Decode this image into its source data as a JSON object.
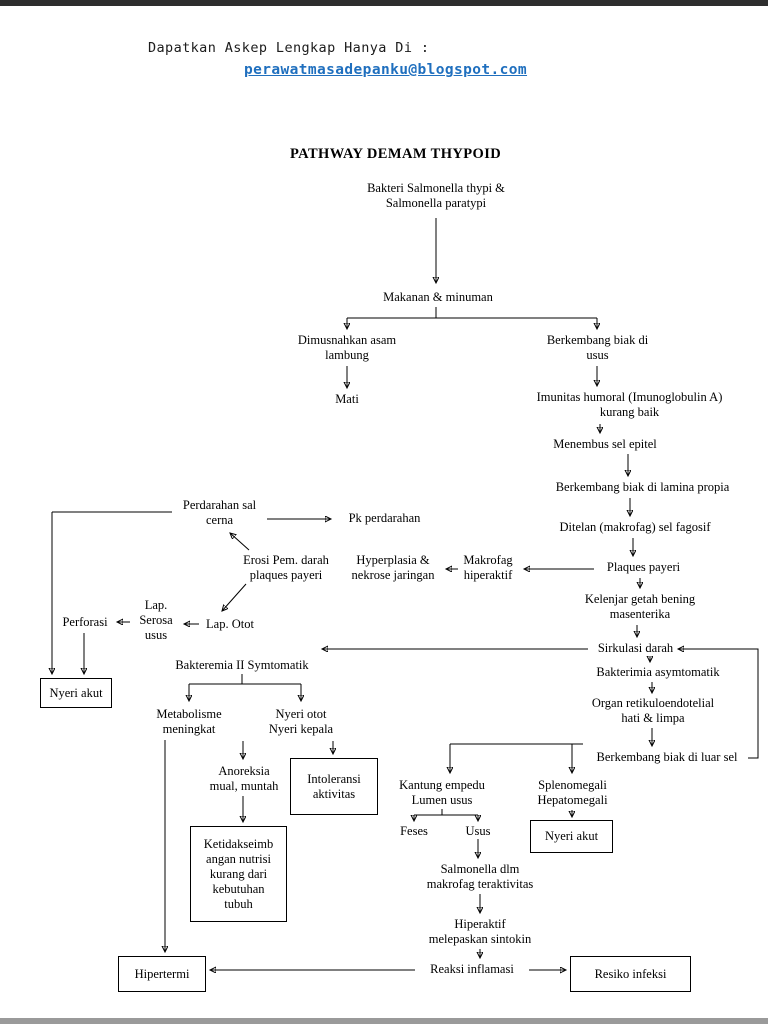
{
  "page": {
    "header_text": "Dapatkan Askep Lengkap Hanya Di :",
    "header_link": "perawatmasadepanku@blogspot.com",
    "link_color": "#1f6fbe",
    "title": "PATHWAY DEMAM THYPOID"
  },
  "nodes": {
    "bakteri": "Bakteri Salmonella thypi &\nSalmonella paratypi",
    "makanan": "Makanan & minuman",
    "dimusnahkan": "Dimusnahkan asam\nlambung",
    "mati": "Mati",
    "berkembang_usus": "Berkembang biak di\nusus",
    "imunitas": "Imunitas humoral (Imunoglobulin A)\nkurang baik",
    "menembus": "Menembus sel epitel",
    "lamina": "Berkembang biak di lamina propia",
    "ditelan": "Ditelan (makrofag) sel fagosif",
    "plaques": "Plaques payeri",
    "makrofag": "Makrofag\nhiperaktif",
    "hyperplasia": "Hyperplasia &\nnekrose jaringan",
    "erosi": "Erosi Pem. darah\nplaques payeri",
    "perdarahan": "Perdarahan sal\ncerna",
    "pk_perdarahan": "Pk perdarahan",
    "lap_serosa": "Lap.\nSerosa\nusus",
    "lap_otot": "Lap. Otot",
    "perforasi": "Perforasi",
    "nyeri_akut_left": "Nyeri akut",
    "bakteremia2": "Bakteremia II Symtomatik",
    "metabolisme": "Metabolisme\nmeningkat",
    "nyeri_otot": "Nyeri otot\nNyeri kepala",
    "anoreksia": "Anoreksia\nmual, muntah",
    "intoleransi": "Intoleransi\naktivitas",
    "ketidakseimbangan": "Ketidakseimb\nangan nutrisi\nkurang dari\nkebutuhan\ntubuh",
    "kelenjar": "Kelenjar getah bening\nmasenterika",
    "sirkulasi": "Sirkulasi darah",
    "bakterimia_asym": "Bakterimia asymtomatik",
    "organ": "Organ retikuloendotelial\nhati & limpa",
    "berkembang_luar": "Berkembang biak di luar sel",
    "kantung": "Kantung empedu\nLumen usus",
    "splenomegali": "Splenomegali\nHepatomegali",
    "feses": "Feses",
    "usus": "Usus",
    "nyeri_akut_right": "Nyeri akut",
    "salmonella_makrofag": "Salmonella dlm\nmakrofag teraktivitas",
    "hiperaktif_sintokin": "Hiperaktif\nmelepaskan sintokin",
    "reaksi": "Reaksi inflamasi",
    "hipertermi": "Hipertermi",
    "resiko": "Resiko infeksi"
  }
}
